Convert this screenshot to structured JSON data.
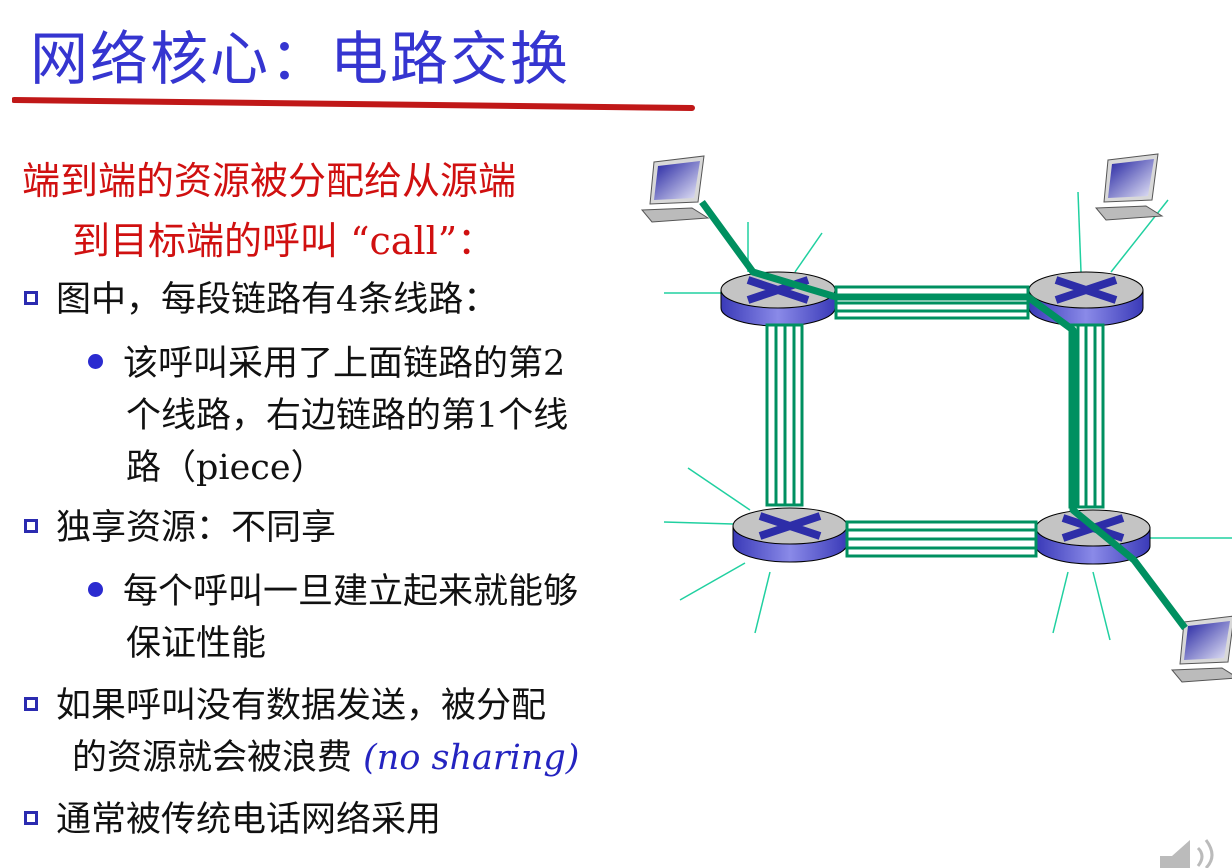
{
  "title": "网络核心：电路交换",
  "intro": {
    "line1": "端到端的资源被分配给从源端",
    "line2": "到目标端的呼叫 “call”："
  },
  "bullets": [
    {
      "text": "图中，每段链路有4条线路：",
      "sub": {
        "lines": [
          "该呼叫采用了上面链路的第2",
          "个线路，右边链路的第1个线",
          "路（piece）"
        ]
      }
    },
    {
      "text": "独享资源：不同享",
      "sub": {
        "lines": [
          "每个呼叫一旦建立起来就能够",
          "保证性能"
        ]
      }
    },
    {
      "lines": [
        "如果呼叫没有数据发送，被分配",
        "的资源就会被浪费 "
      ],
      "italic": "(no sharing)"
    },
    {
      "text": "通常被传统电话网络采用"
    }
  ],
  "colors": {
    "title": "#3535d0",
    "intro": "#d01010",
    "link": "#009060",
    "access_line": "#20d0a0",
    "router_top": "#c0c0c0",
    "router_side": "#6a6ad8",
    "router_x": "#2d2da8"
  }
}
